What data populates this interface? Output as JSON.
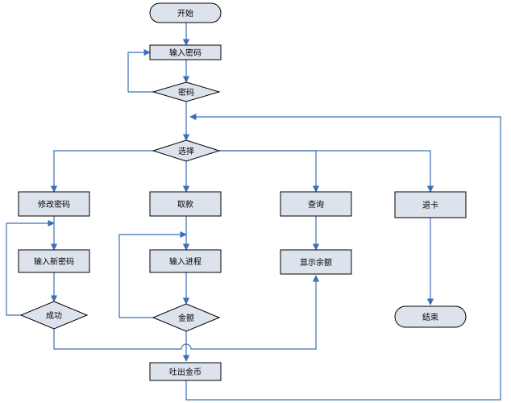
{
  "nodes": {
    "start": "开始",
    "enter_password": "输入密码",
    "password_check": "密码",
    "select": "选择",
    "change_password": "修改密码",
    "withdraw": "取款",
    "query": "查询",
    "return_card": "退卡",
    "enter_new_password": "输入新密码",
    "enter_process": "输入进程",
    "show_balance": "显示余额",
    "success": "成功",
    "amount": "金额",
    "dispense_cash": "吐出金币",
    "end": "结束"
  },
  "colors": {
    "box_fill": "#dde3ec",
    "box_stroke": "#000000",
    "connector": "#3d6fb6"
  }
}
